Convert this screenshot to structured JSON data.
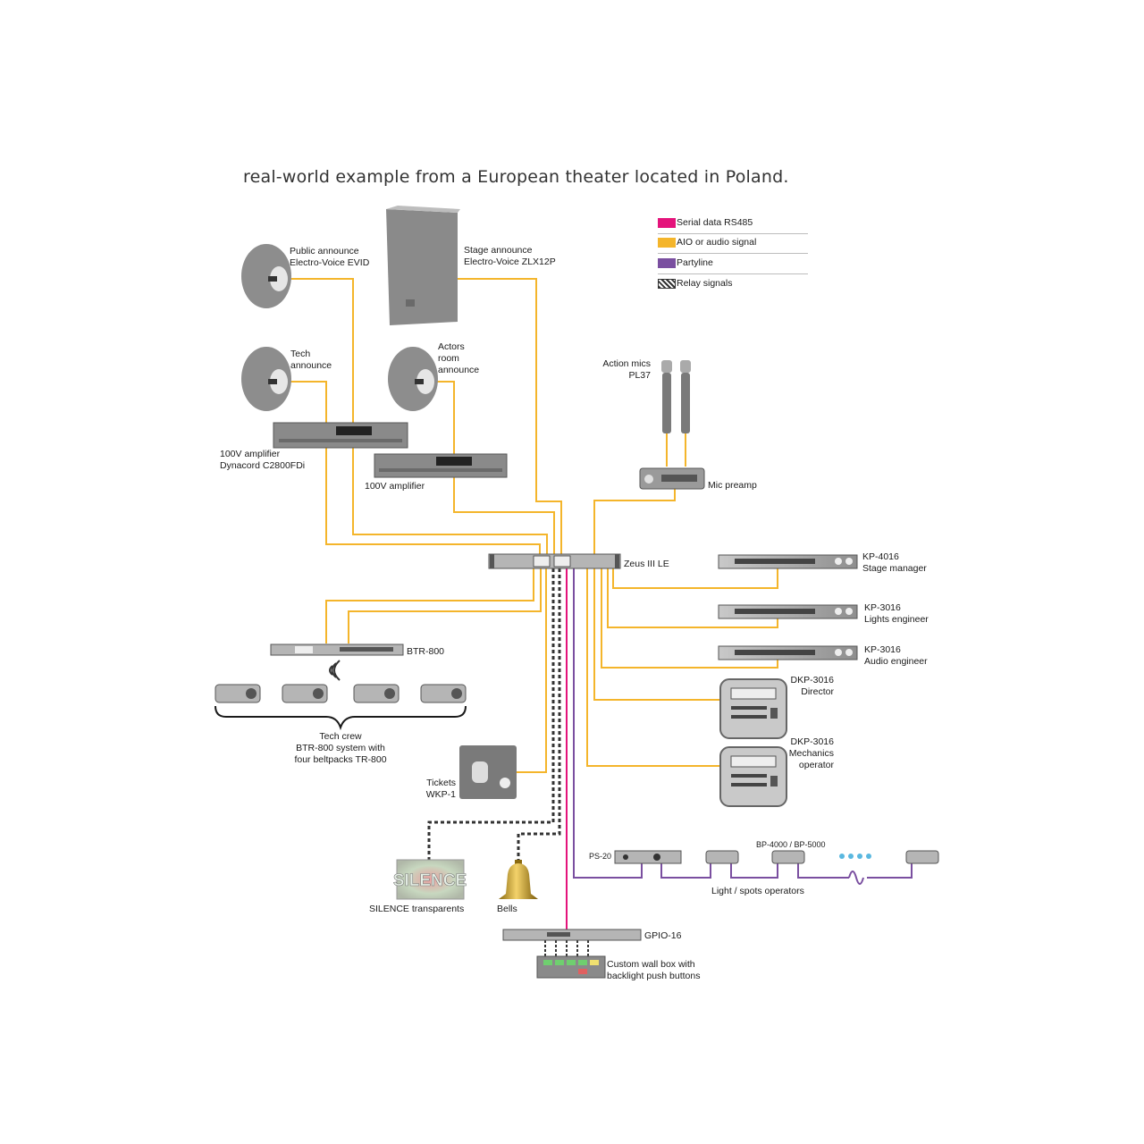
{
  "heading": "real-world example from a European theater located in Poland.",
  "colors": {
    "rs485": "#e4137b",
    "audio": "#f4b52b",
    "partyline": "#7a4fa0",
    "relay": "#333333",
    "device": "#9a9a9a",
    "device_dark": "#6a6a6a"
  },
  "legend": [
    {
      "label": "Serial data RS485",
      "color": "#e4137b",
      "pattern": "solid"
    },
    {
      "label": "AIO or audio signal",
      "color": "#f4b52b",
      "pattern": "solid"
    },
    {
      "label": "Partyline",
      "color": "#7a4fa0",
      "pattern": "solid"
    },
    {
      "label": "Relay signals",
      "color": "#333333",
      "pattern": "hatched"
    }
  ],
  "labels": {
    "public_announce": "Public announce\nElectro-Voice EVID",
    "stage_announce": "Stage announce\nElectro-Voice ZLX12P",
    "tech_announce": "Tech\nannounce",
    "actors_announce": "Actors\nroom\nannounce",
    "action_mics": "Action mics\nPL37",
    "amp1": "100V amplifier\nDynacord C2800FDi",
    "amp2": "100V amplifier",
    "mic_preamp": "Mic preamp",
    "zeus": "Zeus III LE",
    "kp4016": "KP-4016\nStage manager",
    "kp3016_lights": "KP-3016\nLights engineer",
    "kp3016_audio": "KP-3016\nAudio engineer",
    "btr800": "BTR-800",
    "tech_crew": "Tech crew\nBTR-800 system with\nfour beltpacks TR-800",
    "dkp_director": "DKP-3016\nDirector",
    "dkp_mech": "DKP-3016\nMechanics\noperator",
    "tickets": "Tickets\nWKP-1",
    "silence_sign": "SILENCE",
    "silence": "SILENCE transparents",
    "bells": "Bells",
    "ps20": "PS-20",
    "bp": "BP-4000 / BP-5000",
    "light_ops": "Light / spots operators",
    "gpio": "GPIO-16",
    "wallbox": "Custom wall box with\nbacklight push buttons"
  }
}
